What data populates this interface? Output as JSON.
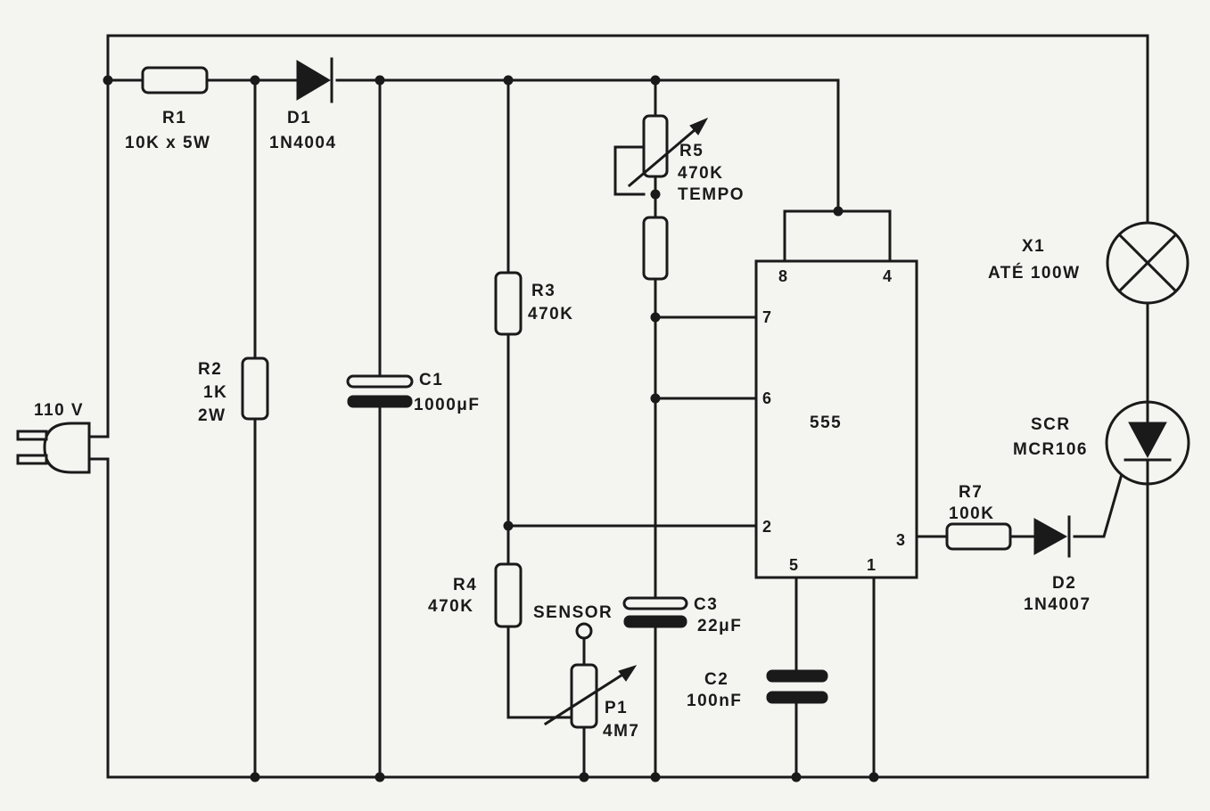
{
  "supply": {
    "label": "110 V"
  },
  "components": {
    "r1": {
      "name": "R1",
      "value": "10K x 5W"
    },
    "d1": {
      "name": "D1",
      "value": "1N4004"
    },
    "r2": {
      "name": "R2",
      "value": "1K",
      "value2": "2W"
    },
    "c1": {
      "name": "C1",
      "value": "1000μF"
    },
    "r3": {
      "name": "R3",
      "value": "470K"
    },
    "r4": {
      "name": "R4",
      "value": "470K"
    },
    "r5": {
      "name": "R5",
      "value": "470K",
      "note": "TEMPO"
    },
    "p1": {
      "name": "P1",
      "value": "4M7"
    },
    "sensor": {
      "label": "SENSOR"
    },
    "c3": {
      "name": "C3",
      "value": "22μF"
    },
    "c2": {
      "name": "C2",
      "value": "100nF"
    },
    "ic": {
      "name": "555",
      "pins": {
        "p8": "8",
        "p4": "4",
        "p7": "7",
        "p6": "6",
        "p2": "2",
        "p3": "3",
        "p5": "5",
        "p1": "1"
      }
    },
    "r7": {
      "name": "R7",
      "value": "100K"
    },
    "d2": {
      "name": "D2",
      "value": "1N4007"
    },
    "x1": {
      "name": "X1",
      "value": "ATÉ 100W"
    },
    "scr": {
      "name": "SCR",
      "value": "MCR106"
    }
  }
}
